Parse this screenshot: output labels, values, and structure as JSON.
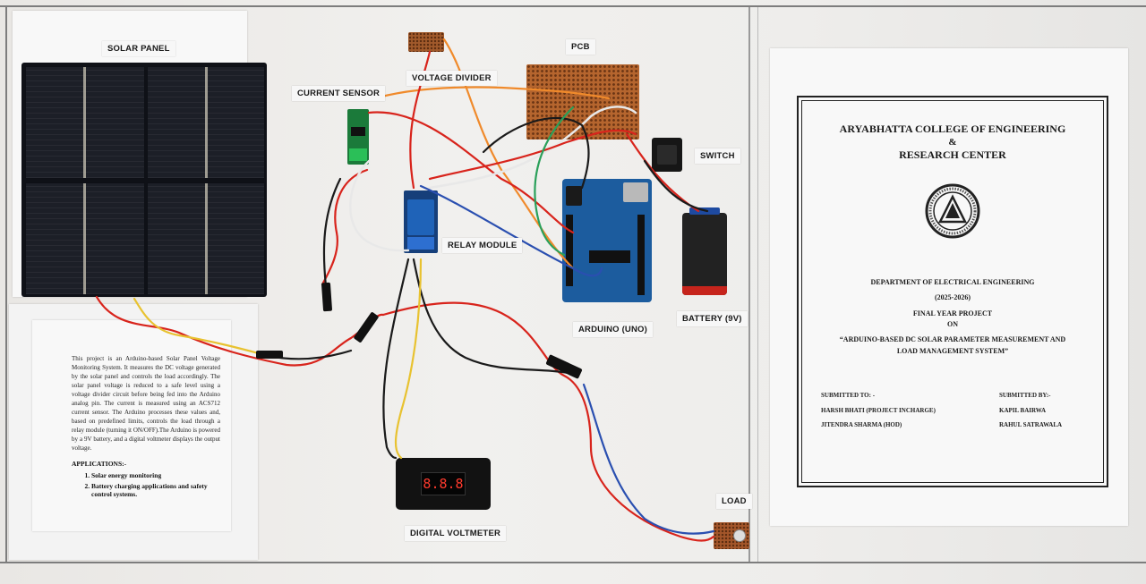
{
  "labels": {
    "solar_panel": "SOLAR PANEL",
    "current_sensor": "CURRENT SENSOR",
    "voltage_divider": "VOLTAGE DIVIDER",
    "pcb": "PCB",
    "switch": "SWITCH",
    "relay_module": "RELAY MODULE",
    "arduino": "ARDUINO (UNO)",
    "battery": "BATTERY (9V)",
    "digital_voltmeter": "DIGITAL VOLTMETER",
    "load": "LOAD"
  },
  "description": {
    "text": "This project is an Arduino-based Solar Panel Voltage Monitoring System. It measures the DC voltage generated by the solar panel and controls the load accordingly. The solar panel voltage is reduced to a safe level using a voltage divider circuit before being fed into the Arduino analog pin. The current is measured using an ACS712 current sensor. The Arduino processes these values and, based on predefined limits, controls the load through a relay module (turning it ON/OFF).The Arduino is powered by a 9V battery, and a digital voltmeter displays the output voltage.",
    "applications_heading": "APPLICATIONS:-",
    "applications": [
      "Solar energy monitoring",
      "Battery charging applications and safety control systems."
    ]
  },
  "cover": {
    "college_line1": "ARYABHATTA COLLEGE OF ENGINEERING",
    "college_amp": "&",
    "college_line2": "RESEARCH CENTER",
    "department": "DEPARTMENT OF ELECTRICAL ENGINEERING",
    "session": "(2025-2026)",
    "project_type": "FINAL YEAR PROJECT",
    "on": "ON",
    "title": "“ARDUINO-BASED DC SOLAR PARAMETER MEASUREMENT AND LOAD MANAGEMENT SYSTEM”",
    "submitted_to_label": "SUBMITTED TO: -",
    "submitted_to": [
      "HARSH BHATI (PROJECT INCHARGE)",
      "JITENDRA SHARMA (HOD)"
    ],
    "submitted_by_label": "SUBMITTED BY:-",
    "submitted_by": [
      "KAPIL BAIRWA",
      "RAHUL SATRAWALA"
    ]
  },
  "voltmeter_display": "8.8.8",
  "colors": {
    "board": "#efeeec",
    "panel_cell": "#1c1f27",
    "pcb": "#b5652e",
    "arduino": "#1c5c9e",
    "relay": "#1f63b8",
    "sensor": "#1b7a3a",
    "battery": "#222222",
    "wire_red": "#d8241c",
    "wire_orange": "#f08a2b",
    "wire_yellow": "#e8c230",
    "wire_black": "#1a1a1a",
    "wire_blue": "#2a4fb0",
    "wire_white": "#e8e8e8",
    "wire_green": "#2aa05a"
  }
}
